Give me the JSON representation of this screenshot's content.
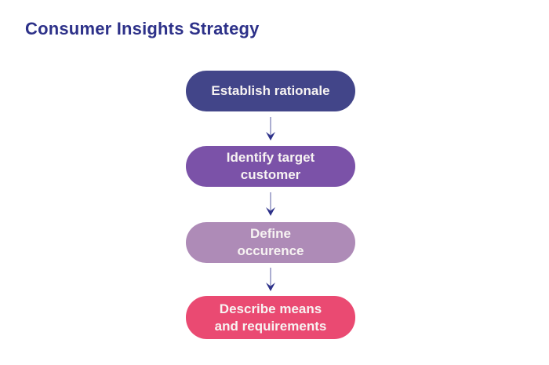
{
  "page": {
    "title": "Consumer Insights Strategy",
    "background_color": "#FFFFFF",
    "title_color": "#2D3189"
  },
  "flow": {
    "arrow_color": "#2D3189",
    "step_text_color": "#F7F3F2",
    "steps": [
      {
        "label": "Establish rationale",
        "lines": [
          "Establish rationale"
        ],
        "color": "#424589"
      },
      {
        "label": "Identify target customer",
        "lines": [
          "Identify target",
          "customer"
        ],
        "color": "#7B52A8"
      },
      {
        "label": "Define occurence",
        "lines": [
          "Define",
          "occurence"
        ],
        "color": "#AE8BB7"
      },
      {
        "label": "Describe means and requirements",
        "lines": [
          "Describe means",
          "and requirements"
        ],
        "color": "#EA4A72"
      }
    ]
  }
}
